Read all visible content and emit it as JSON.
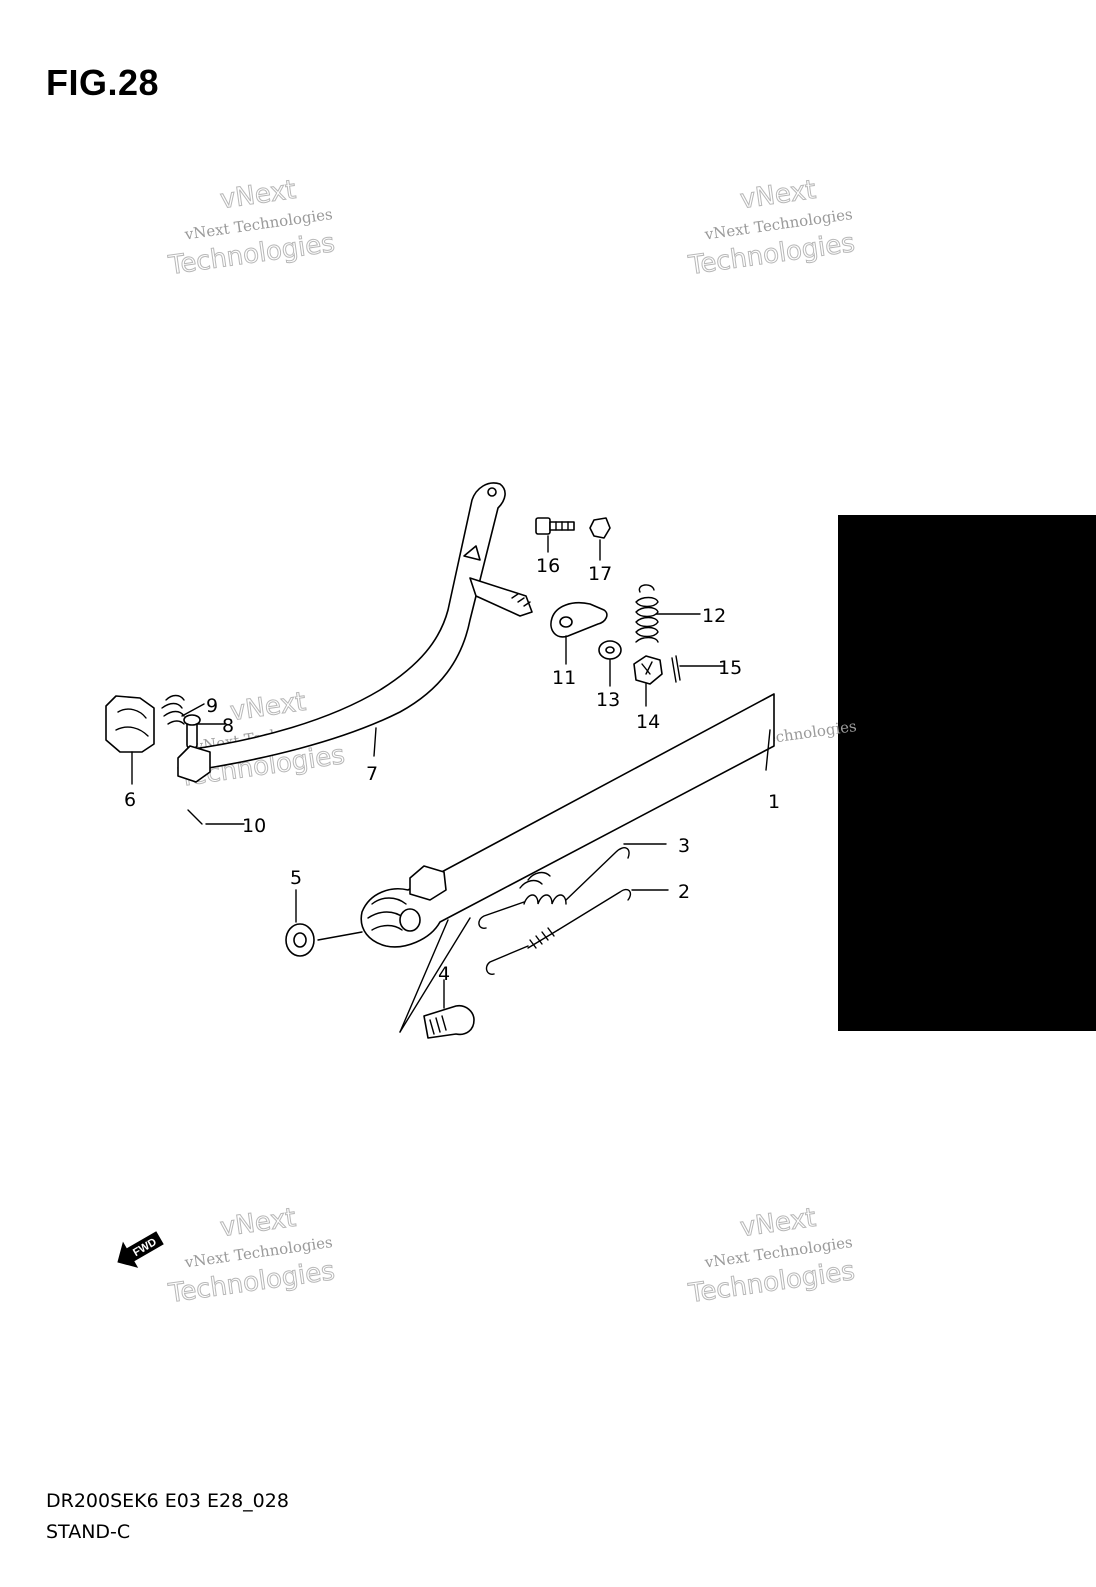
{
  "figure": {
    "title": "FIG.28"
  },
  "footer": {
    "model_code": "DR200SEK6 E03 E28_028",
    "section_name": "STAND-C"
  },
  "watermark": {
    "line1": "vNext",
    "line2": "vNext Technologies",
    "line3": "Technologies"
  },
  "direction_badge": {
    "label": "FWD"
  },
  "callouts": {
    "p1": "1",
    "p2": "2",
    "p3": "3",
    "p4": "4",
    "p5": "5",
    "p6": "6",
    "p7": "7",
    "p8": "8",
    "p9": "9",
    "p10": "10",
    "p11": "11",
    "p12": "12",
    "p13": "13",
    "p14": "14",
    "p15": "15",
    "p16": "16",
    "p17": "17"
  },
  "colors": {
    "ink": "#000000",
    "watermark": "#9a9a9a",
    "tab": "#000000"
  }
}
